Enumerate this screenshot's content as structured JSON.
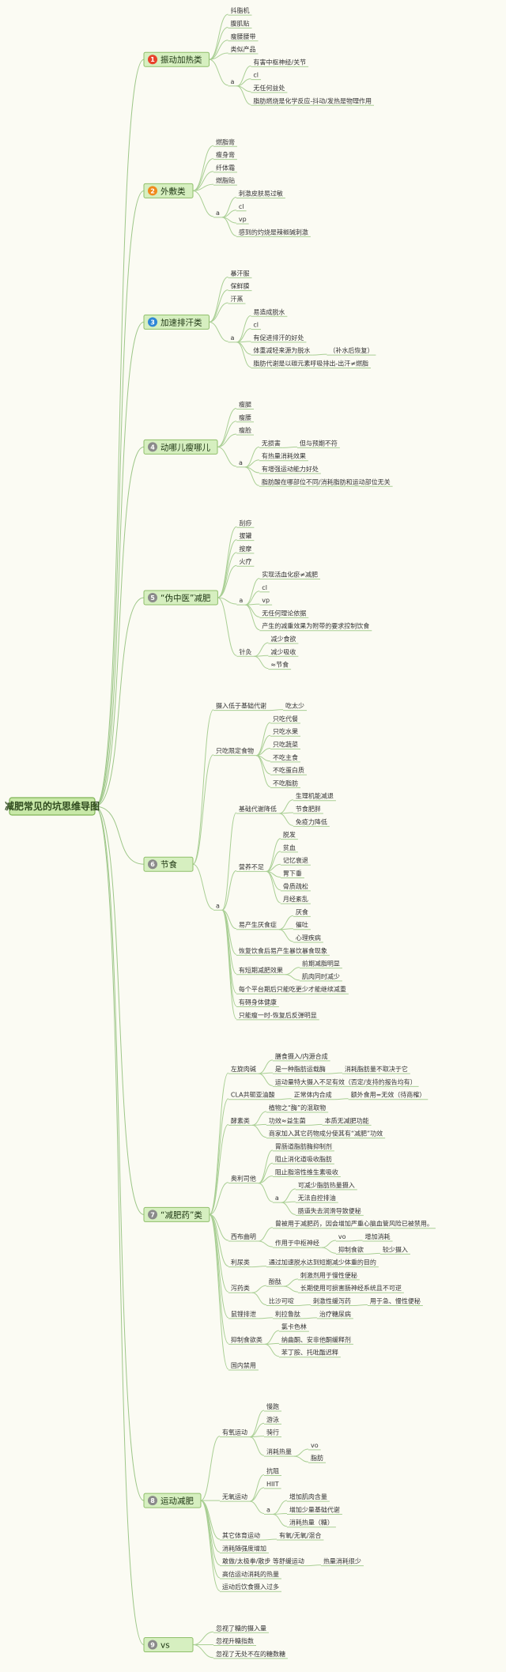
{
  "root": "减肥常见的坑思维导图",
  "colors": {
    "accent": "#8fbf6a",
    "hub_fill": "#c8e8a8",
    "line": "#a9cf94"
  },
  "branches": [
    {
      "num": "1",
      "color": "#e8432c",
      "label": "振动加热类",
      "children": [
        {
          "text": "抖脂机"
        },
        {
          "text": "腹肌贴"
        },
        {
          "text": "瘦腰腰带"
        },
        {
          "text": "类似产品"
        },
        {
          "text": "a",
          "children": [
            {
              "text": "有害中枢神经/关节"
            },
            {
              "text": "cl"
            },
            {
              "text": "无任何益处"
            },
            {
              "text": "脂肪燃烧是化学反应-抖动/发热是物理作用"
            }
          ]
        }
      ]
    },
    {
      "num": "2",
      "color": "#f08a1c",
      "label": "外敷类",
      "children": [
        {
          "text": "燃脂膏"
        },
        {
          "text": "瘦身膏"
        },
        {
          "text": "纤体霜"
        },
        {
          "text": "燃脂贴"
        },
        {
          "text": "a",
          "children": [
            {
              "text": "刺激皮肤易过敏"
            },
            {
              "text": "cl"
            },
            {
              "text": "vp"
            },
            {
              "text": "感到的灼烧是辣椒碱刺激"
            }
          ]
        }
      ]
    },
    {
      "num": "3",
      "color": "#2f86d6",
      "label": "加速排汗类",
      "children": [
        {
          "text": "暴汗服"
        },
        {
          "text": "保鲜膜"
        },
        {
          "text": "汗蒸"
        },
        {
          "text": "a",
          "children": [
            {
              "text": "易造成脱水"
            },
            {
              "text": "cl"
            },
            {
              "text": "有促进排汗的好处"
            },
            {
              "text": "体重减轻来源为脱水",
              "children": [
                {
                  "text": "（补水后恢复）"
                }
              ]
            },
            {
              "text": "脂肪代谢是以碳元素呼吸排出-出汗≠燃脂"
            }
          ]
        }
      ]
    },
    {
      "num": "4",
      "color": "#8a8a8a",
      "label": "动哪儿瘦哪儿",
      "children": [
        {
          "text": "瘦腿"
        },
        {
          "text": "瘦腰"
        },
        {
          "text": "瘦脸"
        },
        {
          "text": "a",
          "children": [
            {
              "text": "无损害",
              "children": [
                {
                  "text": "但与预期不符"
                }
              ]
            },
            {
              "text": "有热量消耗效果"
            },
            {
              "text": "有增强运动能力好处"
            },
            {
              "text": "脂肪酸在哪部位不同/消耗脂肪和运动部位无关"
            }
          ]
        }
      ]
    },
    {
      "num": "5",
      "color": "#8a8a8a",
      "label": "“伪中医”减肥",
      "children": [
        {
          "text": "刮痧"
        },
        {
          "text": "拔罐"
        },
        {
          "text": "按摩"
        },
        {
          "text": "火疗"
        },
        {
          "text": "a",
          "children": [
            {
              "text": "实现活血化瘀≠减肥"
            },
            {
              "text": "cl"
            },
            {
              "text": "vp"
            },
            {
              "text": "无任何理论依据"
            },
            {
              "text": "产生的减重效果为附带的要求控制饮食"
            }
          ]
        },
        {
          "text": "针灸",
          "children": [
            {
              "text": "减少食欲"
            },
            {
              "text": "减少吸收"
            },
            {
              "text": "≈节食"
            }
          ]
        }
      ]
    },
    {
      "num": "6",
      "color": "#8a8a8a",
      "label": "节食",
      "children": [
        {
          "text": "摄入低于基础代谢",
          "children": [
            {
              "text": "吃太少"
            }
          ]
        },
        {
          "text": "只吃限定食物",
          "children": [
            {
              "text": "只吃代餐"
            },
            {
              "text": "只吃水果"
            },
            {
              "text": "只吃蔬菜"
            },
            {
              "text": "不吃主食"
            },
            {
              "text": "不吃蛋白质"
            },
            {
              "text": "不吃脂肪"
            }
          ]
        },
        {
          "text": "a",
          "children": [
            {
              "text": "基础代谢降低",
              "children": [
                {
                  "text": "生理机能减退"
                },
                {
                  "text": "节食肥胖"
                },
                {
                  "text": "免疫力降低"
                }
              ]
            },
            {
              "text": "营养不足",
              "children": [
                {
                  "text": "脱发"
                },
                {
                  "text": "贫血"
                },
                {
                  "text": "记忆衰退"
                },
                {
                  "text": "胃下垂"
                },
                {
                  "text": "骨质疏松"
                },
                {
                  "text": "月经紊乱"
                }
              ]
            },
            {
              "text": "易产生厌食症",
              "children": [
                {
                  "text": "厌食"
                },
                {
                  "text": "催吐"
                },
                {
                  "text": "心理疾病"
                }
              ]
            },
            {
              "text": "恢复饮食后易产生暴饮暴食现象"
            },
            {
              "text": "有短期减肥效果",
              "children": [
                {
                  "text": "前期减脂明显"
                },
                {
                  "text": "肌肉同时减少"
                }
              ]
            },
            {
              "text": "每个平台期后只能吃更少才能继续减重"
            },
            {
              "text": "有碍身体健康"
            },
            {
              "text": "只能瘦一时-恢复后反弹明显"
            }
          ]
        }
      ]
    },
    {
      "num": "7",
      "color": "#8a8a8a",
      "label": "“减肥药”类",
      "children": [
        {
          "text": "左旋肉碱",
          "children": [
            {
              "text": "膳食摄入/内源合成"
            },
            {
              "text": "是一种脂肪运载酶",
              "children": [
                {
                  "text": "消耗脂肪量不取决于它"
                }
              ]
            },
            {
              "text": "运动量特大摄入不足有效（否定/支持的报告均有）"
            }
          ]
        },
        {
          "text": "CLA共轭亚油酸",
          "children": [
            {
              "text": "正常体内合成",
              "children": [
                {
                  "text": "额外食用=无效（待商榷）"
                }
              ]
            }
          ]
        },
        {
          "text": "酵素类",
          "children": [
            {
              "text": "植物之“酶”的混取物"
            },
            {
              "text": "功效≈益生菌",
              "children": [
                {
                  "text": "本质无减肥功能"
                }
              ]
            },
            {
              "text": "商家加入其它药物成分使其有“减肥”功效"
            }
          ]
        },
        {
          "text": "奥利司他",
          "children": [
            {
              "text": "胃肠道脂肪酶抑制剂"
            },
            {
              "text": "阻止消化道吸收脂肪"
            },
            {
              "text": "阻止脂溶性维生素吸收"
            },
            {
              "text": "a",
              "children": [
                {
                  "text": "可减少脂肪热量摄入"
                },
                {
                  "text": "无法自控排油"
                },
                {
                  "text": "肠道失去润滑导致便秘"
                }
              ]
            }
          ]
        },
        {
          "text": "西布曲明",
          "children": [
            {
              "text": "曾被用于减肥药，因会增加严重心脑血管风险已被禁用。"
            },
            {
              "text": "作用于中枢神经",
              "children": [
                {
                  "text": "vo",
                  "children": [
                    {
                      "text": "增加消耗"
                    }
                  ]
                },
                {
                  "text": "抑制食欲",
                  "children": [
                    {
                      "text": "较少摄入"
                    }
                  ]
                }
              ]
            }
          ]
        },
        {
          "text": "利尿类",
          "children": [
            {
              "text": "通过加速脱水达到短期减少体重的目的"
            }
          ]
        },
        {
          "text": "泻药类",
          "children": [
            {
              "text": "酚酞",
              "children": [
                {
                  "text": "刺激剂用于慢性便秘"
                },
                {
                  "text": "长期使用可损害肠神经系统且不可逆"
                }
              ]
            },
            {
              "text": "比沙可啶",
              "children": [
                {
                  "text": "刺激性缓泻药",
                  "children": [
                    {
                      "text": "用于急、慢性便秘"
                    }
                  ]
                }
              ]
            }
          ]
        },
        {
          "text": "鼠锂排泄",
          "children": [
            {
              "text": "利拉鲁肽",
              "children": [
                {
                  "text": "治疗糖尿病"
                }
              ]
            }
          ]
        },
        {
          "text": "抑制食欲类",
          "children": [
            {
              "text": "氯卡色林"
            },
            {
              "text": "纳曲酮、安非他酮缓释剂"
            },
            {
              "text": "苯丁胺、托吡酯迟释"
            }
          ]
        },
        {
          "text": "国内禁用"
        }
      ]
    },
    {
      "num": "8",
      "color": "#8a8a8a",
      "label": "运动减肥",
      "children": [
        {
          "text": "有氧运动",
          "children": [
            {
              "text": "慢跑"
            },
            {
              "text": "游泳"
            },
            {
              "text": "骑行"
            },
            {
              "text": "消耗热量",
              "children": [
                {
                  "text": "vo"
                },
                {
                  "text": "脂肪"
                }
              ]
            }
          ]
        },
        {
          "text": "无氧运动",
          "children": [
            {
              "text": "抗阻"
            },
            {
              "text": "HIIT"
            },
            {
              "text": "a",
              "children": [
                {
                  "text": "增加肌肉含量"
                },
                {
                  "text": "增加少量基础代谢"
                },
                {
                  "text": "消耗热量（糖）"
                }
              ]
            }
          ]
        },
        {
          "text": "其它体育运动",
          "children": [
            {
              "text": "有氧/无氧/混合"
            }
          ]
        },
        {
          "text": "消耗随强度增加"
        },
        {
          "text": "敢做/太极拳/散步 等舒缓运动",
          "children": [
            {
              "text": "热量消耗很少"
            }
          ]
        },
        {
          "text": "高估运动消耗的热量"
        },
        {
          "text": "运动后饮食摄入过多"
        }
      ]
    },
    {
      "num": "9",
      "color": "#8a8a8a",
      "label": "vs",
      "children": [
        {
          "text": "忽视了糖的摄入量"
        },
        {
          "text": "忽视升糖指数"
        },
        {
          "text": "忽视了无处不在的糖数糖"
        }
      ]
    }
  ]
}
